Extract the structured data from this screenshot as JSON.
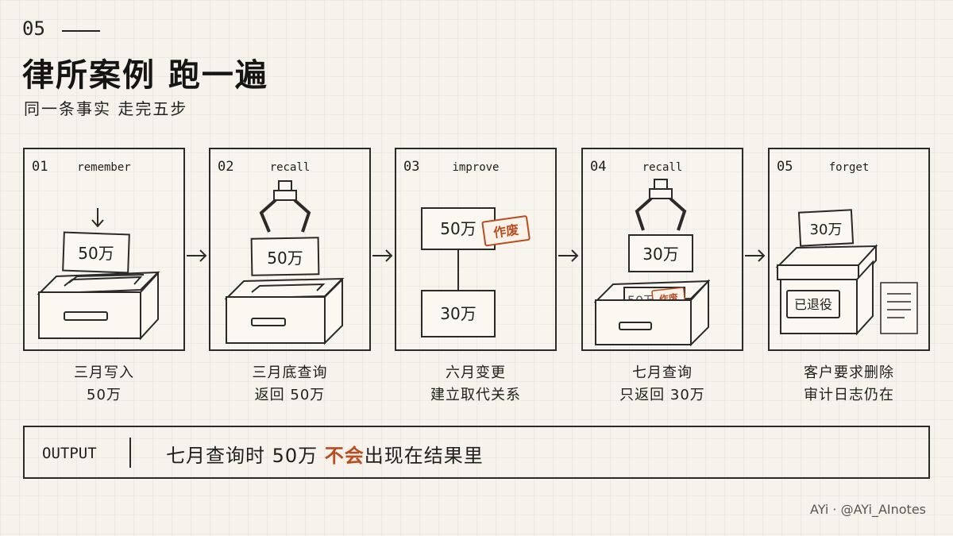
{
  "header": {
    "section_number": "05",
    "title": "律所案例 跑一遍",
    "subtitle": "同一条事实 走完五步"
  },
  "steps": [
    {
      "num": "01",
      "action": "remember",
      "card_value": "50万",
      "caption_line1": "三月写入",
      "caption_line2": "50万"
    },
    {
      "num": "02",
      "action": "recall",
      "card_value": "50万",
      "caption_line1": "三月底查询",
      "caption_line2": "返回 50万"
    },
    {
      "num": "03",
      "action": "improve",
      "card_value": "50万",
      "card_value_new": "30万",
      "stamp": "作废",
      "caption_line1": "六月变更",
      "caption_line2": "建立取代关系"
    },
    {
      "num": "04",
      "action": "recall",
      "card_value": "30万",
      "filed_value": "50万",
      "stamp": "作废",
      "caption_line1": "七月查询",
      "caption_line2": "只返回 30万"
    },
    {
      "num": "05",
      "action": "forget",
      "card_value": "30万",
      "box_label": "已退役",
      "caption_line1": "客户要求删除",
      "caption_line2": "审计日志仍在"
    }
  ],
  "output": {
    "label": "OUTPUT",
    "text_before": "七月查询时 50万 ",
    "emphasis": "不会",
    "text_after": "出现在结果里"
  },
  "credit": "AYi · @AYi_AInotes",
  "colors": {
    "accent": "#b94d1f",
    "ink": "#2a2a2a",
    "background": "#f7f3ec"
  }
}
